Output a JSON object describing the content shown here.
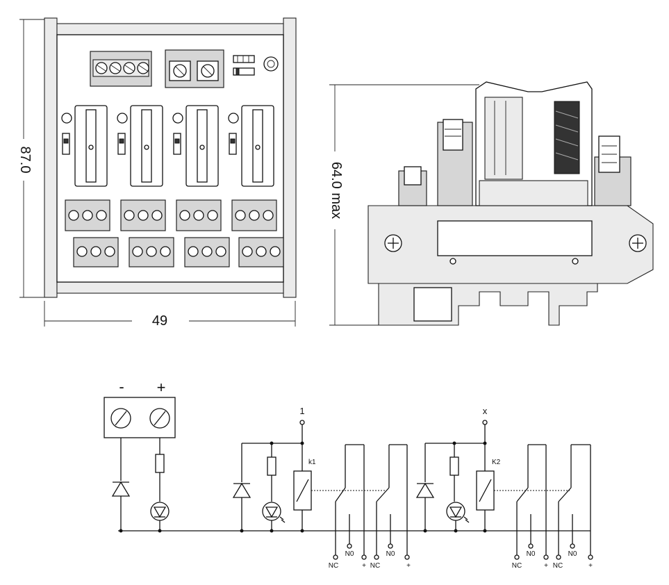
{
  "dimensions": {
    "height": "87.0",
    "width": "49",
    "side_height": "64.0 max"
  },
  "schematic": {
    "supply_minus": "-",
    "supply_plus": "+",
    "relay1_input": "1",
    "relay2_input": "x",
    "relay1_coil": "k1",
    "relay2_coil": "K2",
    "contact_nc": "NC",
    "contact_no": "N0",
    "contact_common": "+"
  }
}
